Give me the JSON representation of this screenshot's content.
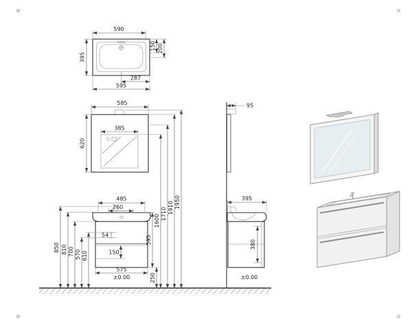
{
  "plan_view": {
    "width_top": "590",
    "depth": "395",
    "tap_offset": "150",
    "tap_offset2": "200",
    "drain_offset": "287",
    "width_bottom": "595"
  },
  "mirror_view": {
    "width": "585",
    "glass_width": "385",
    "height": "620"
  },
  "front_view": {
    "top_width": "485",
    "bowl_width": "260",
    "heights": [
      "850",
      "810",
      "700",
      "570",
      "610"
    ],
    "detail_small": "54",
    "drawer_front": "150",
    "cabinet_width": "575",
    "floor_level": "±0.00",
    "clearance": "250",
    "cabinet_height": "595",
    "total_heights": [
      "1600",
      "1710",
      "1910",
      "1950"
    ]
  },
  "side_view": {
    "wall_offset": "95",
    "depth": "395",
    "front_height": "380",
    "floor_level": "±0.00"
  }
}
